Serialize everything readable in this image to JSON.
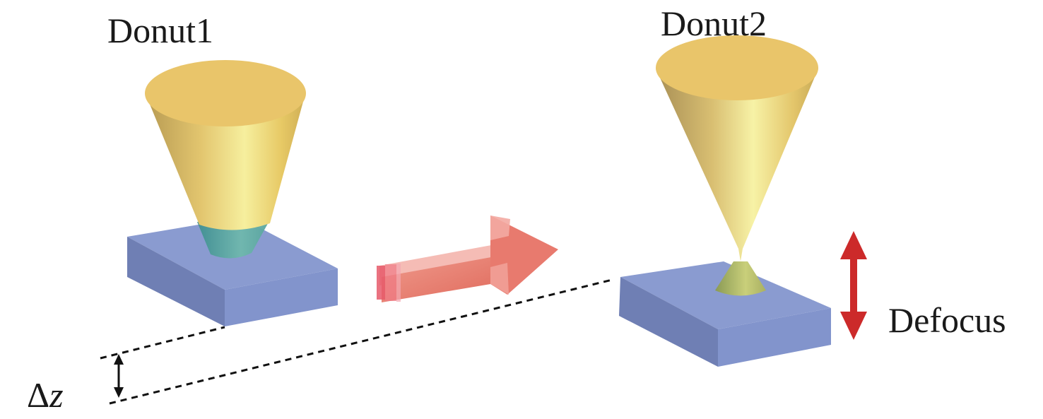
{
  "labels": {
    "donut1": "Donut1",
    "donut2": "Donut2",
    "defocus": "Defocus",
    "delta_symbol": "Δ",
    "delta_var": "z"
  },
  "colors": {
    "background": "#ffffff",
    "substrate_top": "#8a9bd0",
    "substrate_front": "#6f7fb4",
    "substrate_side": "#5e6ca0",
    "cone": "#e8c86a",
    "cone_highlight": "#f4ee9a",
    "cone_in_substrate": "#4fa3a0",
    "process_arrow": "#e98478",
    "defocus_arrow": "#cc2a2a",
    "dashed_line": "#111111"
  },
  "icons": {
    "substrate1": "substrate-block-icon",
    "substrate2": "substrate-block-icon",
    "cone1": "truncated-cone-beam-icon",
    "cone2": "double-cone-focus-icon",
    "process_arrow": "right-arrow-icon",
    "defocus_arrow": "double-headed-vertical-arrow-icon",
    "dz_arrow": "double-headed-vertical-arrow-icon"
  }
}
